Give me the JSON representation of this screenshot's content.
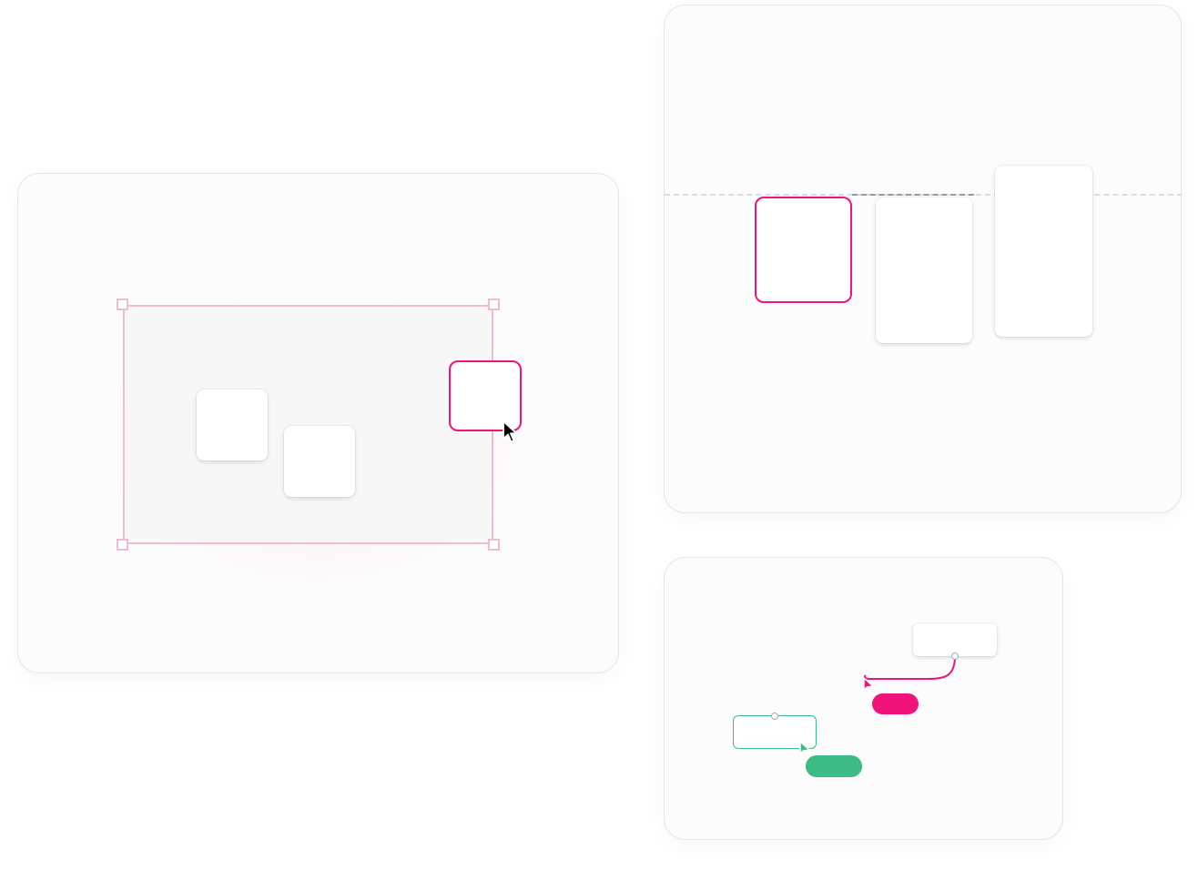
{
  "colors": {
    "accent_pink": "#f0137a",
    "accent_green": "#3dbb84",
    "selection_outline": "#efbdd3",
    "panel_border": "#e6e6e8"
  },
  "icons": {
    "cursor": "pointer-cursor-icon"
  },
  "panels": {
    "selection_demo": {
      "description_label": "",
      "cards": 3,
      "selected_card": "pink"
    },
    "alignment_demo": {
      "cards": 3,
      "guide": "dashed"
    },
    "connector_demo": {
      "nodes": 2,
      "tags": [
        "pink",
        "green"
      ]
    }
  }
}
